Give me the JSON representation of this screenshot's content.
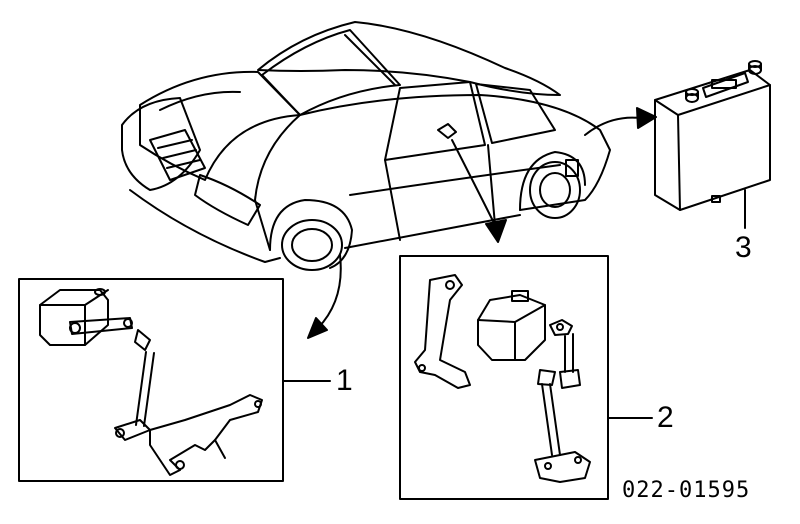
{
  "callouts": [
    {
      "id": "1",
      "label": "1"
    },
    {
      "id": "2",
      "label": "2"
    },
    {
      "id": "3",
      "label": "3"
    }
  ],
  "diagram_code": "022-01595",
  "colors": {
    "ink": "#000000",
    "paper": "#ffffff"
  }
}
